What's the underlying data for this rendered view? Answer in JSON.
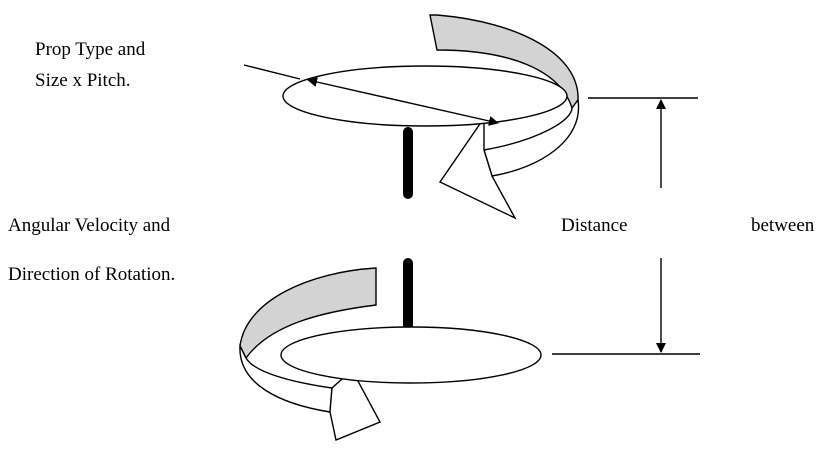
{
  "labels": {
    "prop_line1": "Prop Type and",
    "prop_line2": "Size x Pitch.",
    "angular_line1": "Angular Velocity and",
    "angular_line2": "Direction of Rotation.",
    "distance_word1": "Distance",
    "distance_word2": "between"
  },
  "colors": {
    "stroke": "#000000",
    "band_fill": "#d3d3d3",
    "arrow_fill": "#ffffff",
    "background": "#ffffff"
  }
}
